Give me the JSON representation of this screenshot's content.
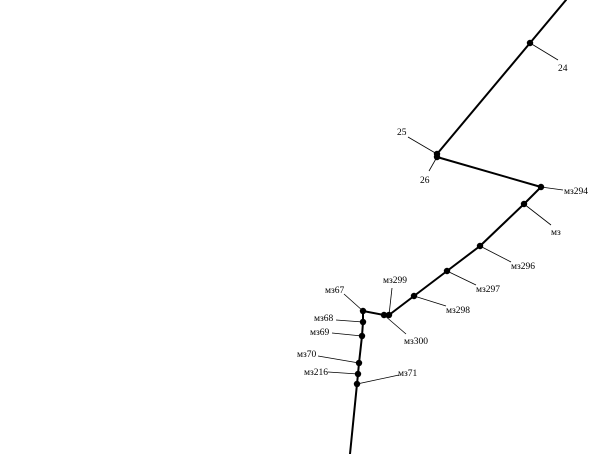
{
  "diagram": {
    "background": "#ffffff",
    "line_color": "#000000",
    "nodes": [
      {
        "id": "n24",
        "label": "24"
      },
      {
        "id": "n25",
        "label": "25"
      },
      {
        "id": "n26",
        "label": "26"
      },
      {
        "id": "n294",
        "label": "мз294"
      },
      {
        "id": "nmz",
        "label": "мз"
      },
      {
        "id": "n296",
        "label": "мз296"
      },
      {
        "id": "n297",
        "label": "мз297"
      },
      {
        "id": "n298",
        "label": "мз298"
      },
      {
        "id": "n299",
        "label": "мз299"
      },
      {
        "id": "n300",
        "label": "мз300"
      },
      {
        "id": "n67",
        "label": "мз67"
      },
      {
        "id": "n68",
        "label": "мз68"
      },
      {
        "id": "n69",
        "label": "мз69"
      },
      {
        "id": "n70",
        "label": "мз70"
      },
      {
        "id": "n216",
        "label": "мз216"
      },
      {
        "id": "n71",
        "label": "мз71"
      }
    ]
  }
}
